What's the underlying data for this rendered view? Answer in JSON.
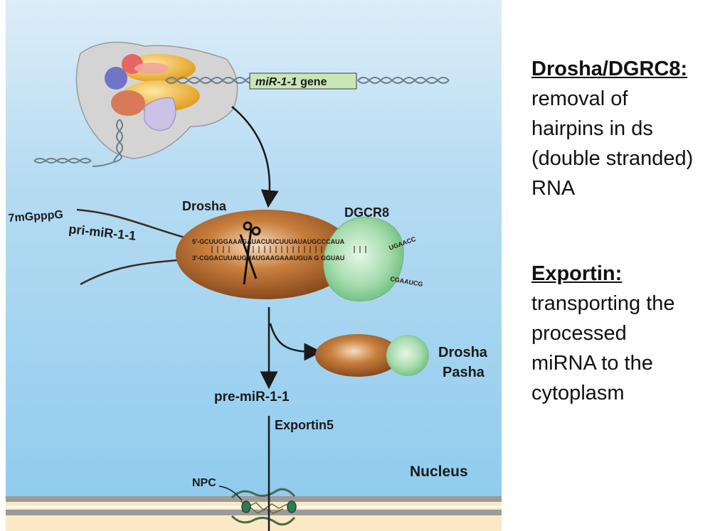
{
  "figure": {
    "gene_label": "miR-1-1 gene",
    "gene_label_prefix": "miR-1-1",
    "gene_label_suffix": " gene",
    "cap_label": "7mGpppG",
    "pri_label": "pri-miR-1-1",
    "drosha_label": "Drosha",
    "dgcr8_label": "DGCR8",
    "strand_top": "5′-GCUUGGAAAGAUACUUCUUUAUAUGCCCAUA",
    "strand_bottom": "3′-CGGACUUAUGUAUGAAGAAAUGUA G GGUAU",
    "loop_top": "UGAACC",
    "loop_bottom": "CGAAUCG",
    "complex_drosha": "Drosha",
    "complex_pasha": "Pasha",
    "pre_label": "pre-miR-1-1",
    "exportin_label": "Exportin5",
    "nucleus_label": "Nucleus",
    "npc_label": "NPC",
    "colors": {
      "nucleus_top": "#d9ecf7",
      "nucleus_bottom": "#93cdee",
      "drosha": "#b36a32",
      "dgcr8": "#9fd9a9",
      "gene_box": "#c8e6b8"
    }
  },
  "notes": [
    {
      "heading": "Drosha/DGRC8:",
      "lines": [
        "removal of",
        "hairpins in ds",
        "(double stranded)",
        "RNA"
      ]
    },
    {
      "heading": "Exportin:",
      "lines": [
        "transporting the",
        "processed",
        "miRNA to the",
        "cytoplasm"
      ]
    }
  ]
}
